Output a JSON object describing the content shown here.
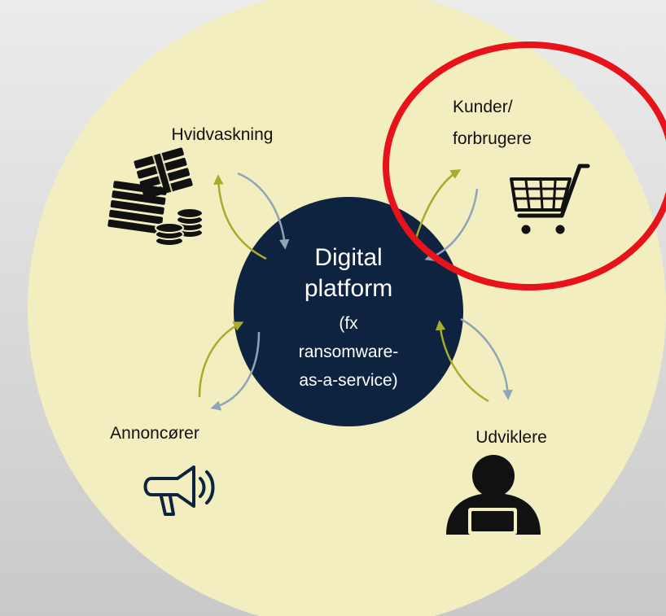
{
  "center": {
    "title_line1": "Digital",
    "title_line2": "platform",
    "sub_line1": "(fx",
    "sub_line2": "ransomware-",
    "sub_line3": "as-a-service)"
  },
  "nodes": {
    "hvidvaskning": {
      "label": "Hvidvaskning",
      "icon": "money-stack-icon"
    },
    "kunder": {
      "label_line1": "Kunder/",
      "label_line2": "forbrugere",
      "icon": "shopping-cart-icon"
    },
    "annoncorer": {
      "label": "Annoncører",
      "icon": "megaphone-icon"
    },
    "udviklere": {
      "label": "Udviklere",
      "icon": "developer-laptop-icon"
    }
  },
  "colors": {
    "outer_circle": "#f3eebf",
    "center_circle": "#0d2340",
    "highlight_ring": "#e8121a",
    "arrow_green": "#a6ad2a",
    "arrow_blue": "#8ea5b8"
  }
}
